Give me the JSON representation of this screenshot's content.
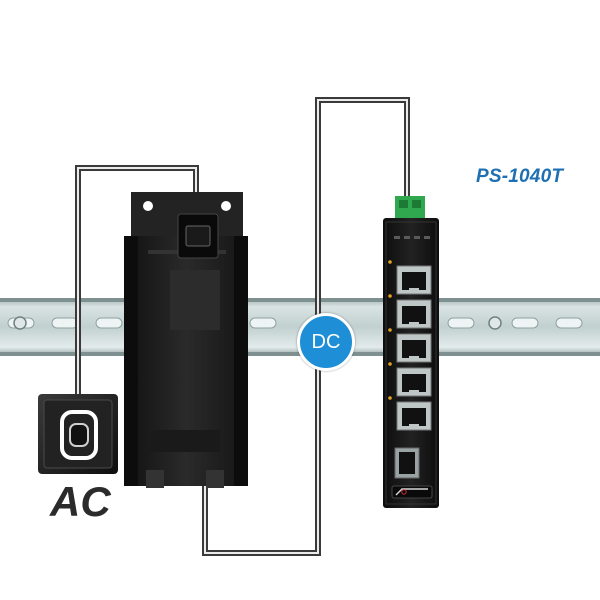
{
  "labels": {
    "model": "PS-1040T",
    "ac": "AC",
    "dc": "DC"
  },
  "colors": {
    "accent_blue": "#1e8fd6",
    "model_text": "#1f6fb3",
    "din_rail": "#b9c8c8",
    "device_body": "#1c1c1c",
    "terminal_green": "#2fa84f",
    "cable": "#3a3a3a"
  }
}
